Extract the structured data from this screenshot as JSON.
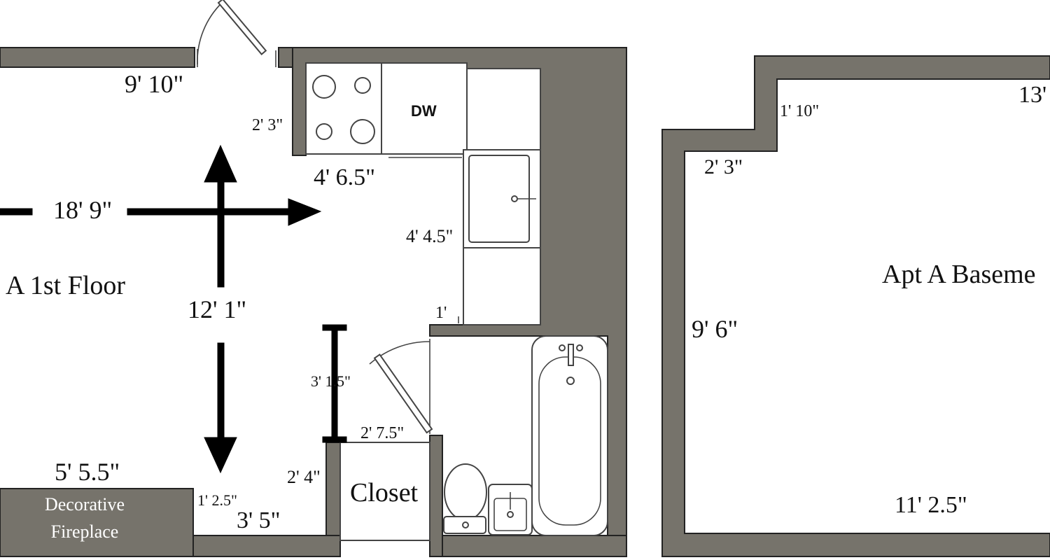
{
  "plan": {
    "first_floor_label": "A 1st Floor",
    "basement_label": "Apt A Baseme",
    "closet_label": "Closet",
    "dishwasher_label": "DW",
    "fireplace_label_line1": "Decorative",
    "fireplace_label_line2": "Fireplace"
  },
  "dimensions": {
    "top_wall": "9' 10\"",
    "stove_depth": "2' 3\"",
    "counter_length": "4' 6.5\"",
    "room_length": "18' 9\"",
    "room_width": "12' 1\"",
    "sink_run": "4' 4.5\"",
    "jog": "1'",
    "door_width": "3' 1.5\"",
    "closet_width": "2' 7.5\"",
    "closet_depth": "2' 4\"",
    "fireplace_width": "5' 5.5\"",
    "fireplace_depth": "1' 2.5\"",
    "alcove_width": "3' 5\"",
    "basement_top": "13'",
    "basement_step": "1' 10\"",
    "basement_step_width": "2' 3\"",
    "basement_height": "9' 6\"",
    "basement_bottom": "11' 2.5\""
  },
  "colors": {
    "wall": "#76736b",
    "background": "#ffffff"
  }
}
